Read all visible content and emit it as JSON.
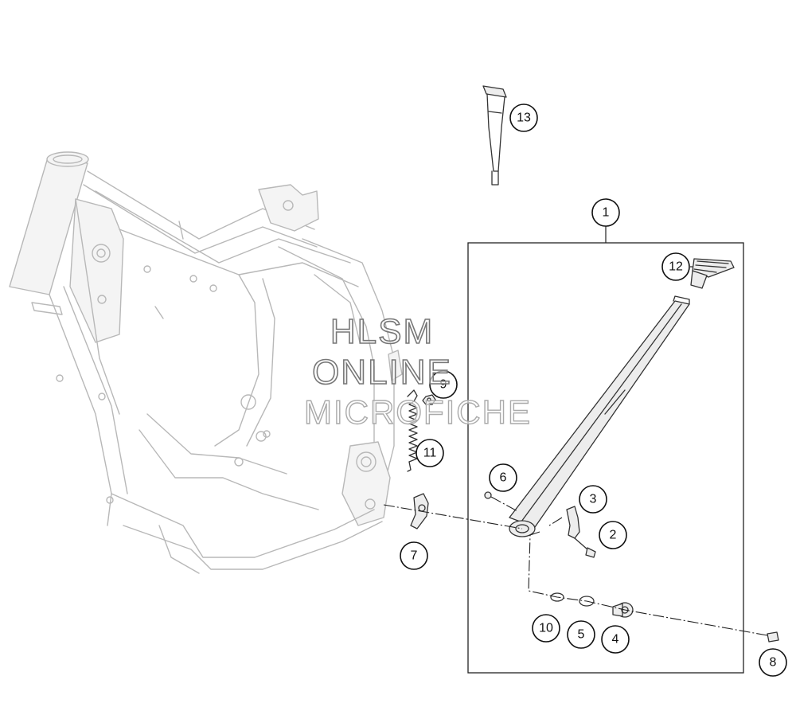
{
  "watermark": {
    "line1": "HLSM",
    "line2": "ONLINE",
    "line3": "MICROFICHE"
  },
  "callouts": {
    "c1": "1",
    "c2": "2",
    "c3": "3",
    "c4": "4",
    "c5": "5",
    "c6": "6",
    "c7": "7",
    "c8": "8",
    "c9": "9",
    "c10": "10",
    "c11": "11",
    "c12": "12",
    "c13": "13"
  },
  "colors": {
    "frame_outline": "#b8b8b8",
    "part_outline": "#333333",
    "callout": "#111111"
  }
}
